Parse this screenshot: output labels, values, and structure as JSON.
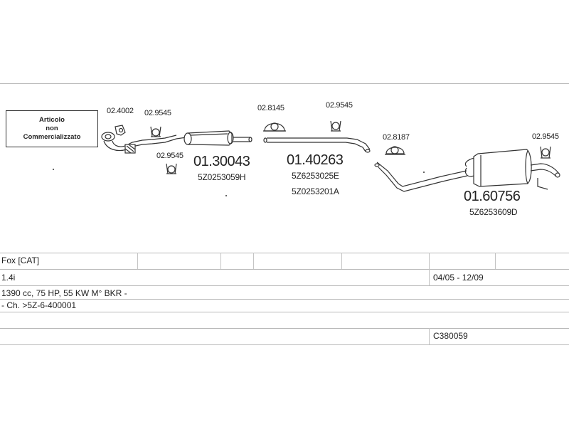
{
  "notice": {
    "line1": "Articolo",
    "line2": "non",
    "line3": "Commercializzato"
  },
  "parts": {
    "p1": {
      "clamp_a": "02.4002",
      "clamp_b": "02.9545",
      "clamp_c": "02.9545",
      "number": "01.30043",
      "oem": "5Z0253059H"
    },
    "p2": {
      "clamp_a": "02.8145",
      "clamp_b": "02.9545",
      "number": "01.40263",
      "oem1": "5Z6253025E",
      "oem2": "5Z0253201A"
    },
    "p3": {
      "clamp_a": "02.8187",
      "clamp_b": "02.9545",
      "number": "01.60756",
      "oem": "5Z6253609D"
    }
  },
  "table": {
    "model": "Fox  [CAT]",
    "engine": "1.4i",
    "dates": "04/05 - 12/09",
    "spec": "1390 cc, 75 HP, 55 KW M° BKR -",
    "chassis": "- Ch. >5Z-6-400001",
    "code": "C380059"
  }
}
